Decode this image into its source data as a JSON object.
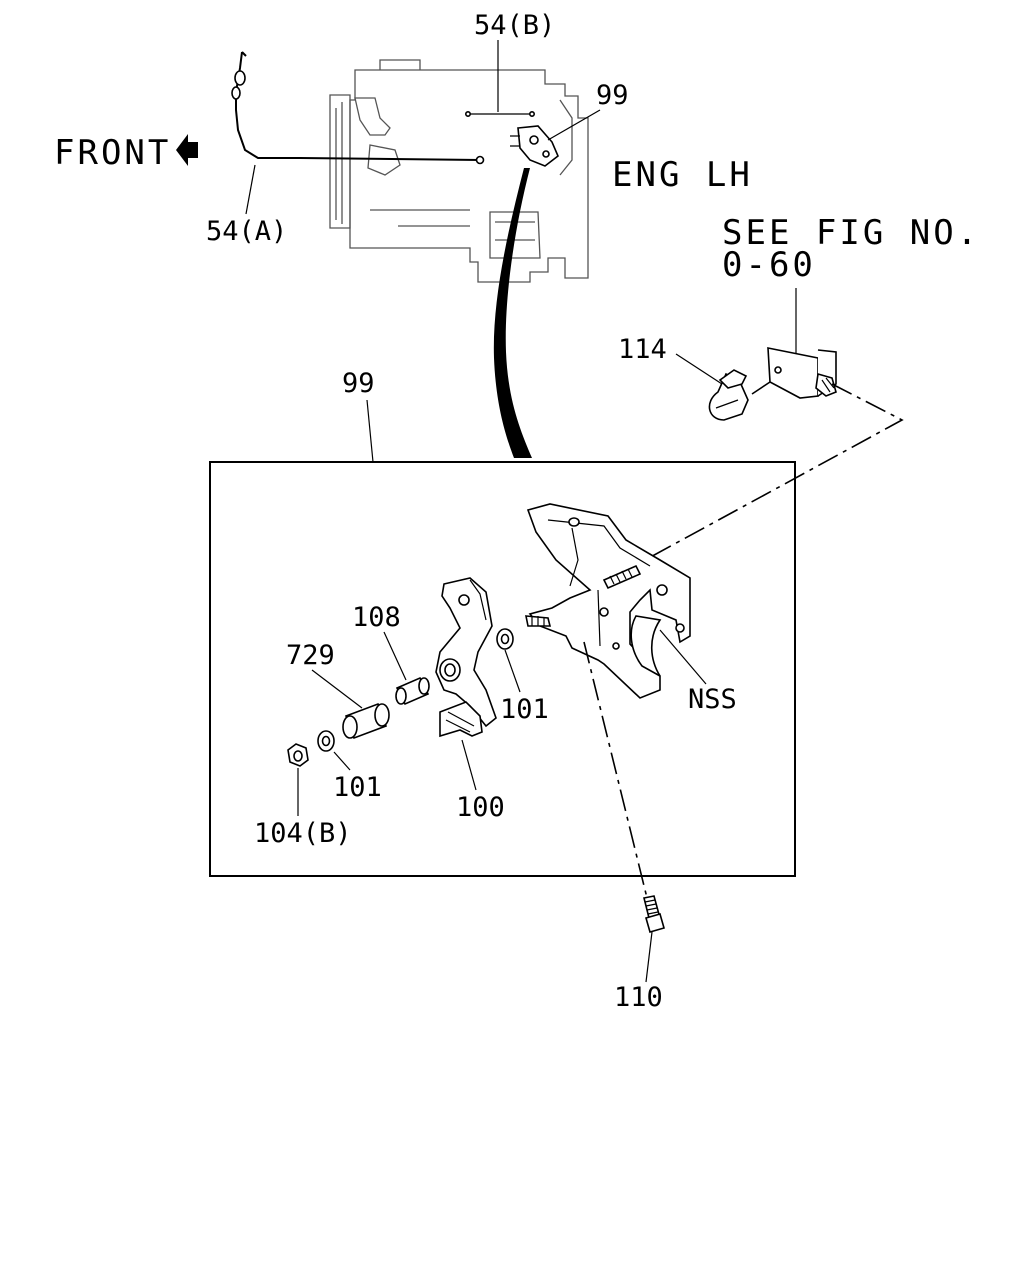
{
  "diagram": {
    "front_label": "FRONT",
    "eng_label": "ENG LH",
    "see_fig_line1": "SEE FIG NO.",
    "see_fig_line2": "0-60",
    "callouts": {
      "c54b": "54(B)",
      "c99_top": "99",
      "c54a": "54(A)",
      "c114": "114",
      "c99_box": "99",
      "c108": "108",
      "c729": "729",
      "c101_right": "101",
      "c101_left": "101",
      "c100": "100",
      "c104b": "104(B)",
      "cnss": "NSS",
      "c110": "110"
    }
  }
}
